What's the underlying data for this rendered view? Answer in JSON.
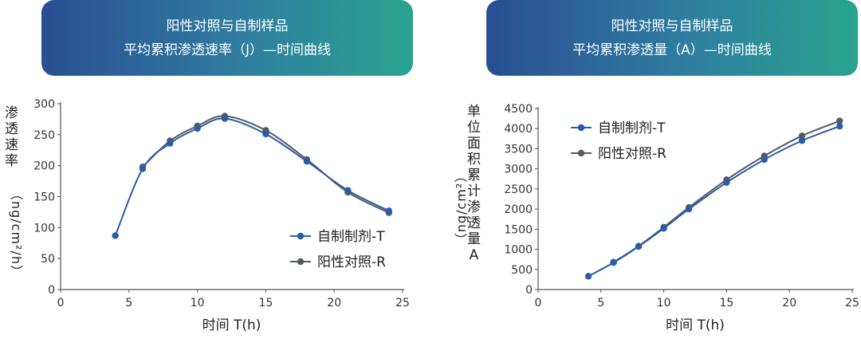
{
  "chart_data": [
    {
      "type": "line",
      "title_lines": [
        "阳性对照与自制样品",
        "平均累积渗透速率（J）—时间曲线"
      ],
      "ylabel_chars": [
        "渗",
        "透",
        "速",
        "率"
      ],
      "ylabel_unit": "（ng/cm²/h）",
      "xlabel": "时间 T(h)",
      "xlim": [
        0,
        25
      ],
      "ylim": [
        0,
        300
      ],
      "xticks": [
        0,
        5,
        10,
        15,
        20,
        25
      ],
      "yticks": [
        0,
        50,
        100,
        150,
        200,
        250,
        300
      ],
      "legend_position": "right",
      "series": [
        {
          "name": "自制制剂-T",
          "color": "#2b5ca8",
          "x": [
            4,
            6,
            8,
            10,
            12,
            15,
            18,
            21,
            24
          ],
          "values": [
            87,
            195,
            236,
            260,
            276,
            251,
            207,
            160,
            127
          ]
        },
        {
          "name": "阳性对照-R",
          "color": "#555a60",
          "x": [
            6,
            8,
            10,
            12,
            15,
            18,
            21,
            24
          ],
          "values": [
            198,
            240,
            264,
            280,
            257,
            210,
            157,
            124
          ]
        }
      ]
    },
    {
      "type": "line",
      "title_lines": [
        "阳性对照与自制样品",
        "平均累积渗透量（A）—时间曲线"
      ],
      "ylabel_chars": [
        "单",
        "位",
        "面",
        "积",
        "累",
        "计",
        "渗",
        "透",
        "量",
        "A"
      ],
      "ylabel_unit": "（ng/cm²）",
      "xlabel": "时间 T(h)",
      "xlim": [
        0,
        25
      ],
      "ylim": [
        0,
        4500
      ],
      "xticks": [
        0,
        5,
        10,
        15,
        20,
        25
      ],
      "yticks": [
        0,
        500,
        1000,
        1500,
        2000,
        2500,
        3000,
        3500,
        4000,
        4500
      ],
      "legend_position": "top-left",
      "series": [
        {
          "name": "自制制剂-T",
          "color": "#2b5ca8",
          "x": [
            4,
            6,
            8,
            10,
            12,
            15,
            18,
            21,
            24
          ],
          "values": [
            330,
            670,
            1070,
            1520,
            2000,
            2660,
            3230,
            3700,
            4060
          ]
        },
        {
          "name": "阳性对照-R",
          "color": "#555a60",
          "x": [
            6,
            8,
            10,
            12,
            15,
            18,
            21,
            24
          ],
          "values": [
            680,
            1080,
            1550,
            2040,
            2730,
            3320,
            3820,
            4190
          ]
        }
      ]
    }
  ]
}
